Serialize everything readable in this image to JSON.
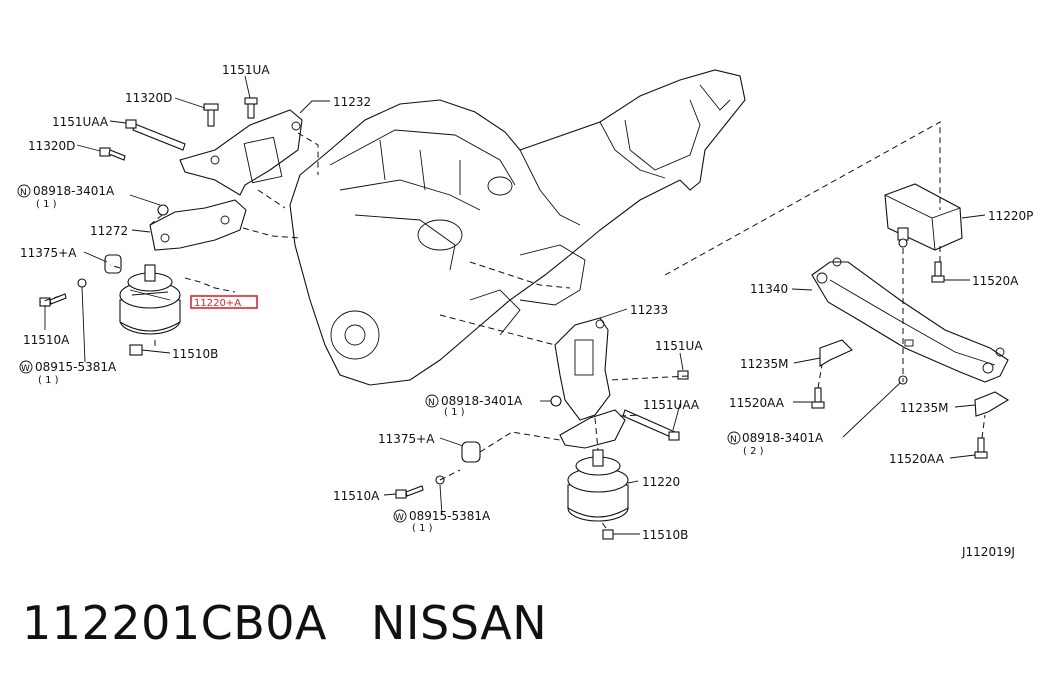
{
  "labels": {
    "l1151UA_top": "1151UA",
    "l11320D_top": "11320D",
    "l11232": "11232",
    "l1151UAA_top": "1151UAA",
    "l11320D_mid": "11320D",
    "l08918_top": "08918-3401A",
    "l08918_top_qty": "( 1 )",
    "l11272": "11272",
    "l11375_top": "11375+A",
    "l11220A_red": "11220+A",
    "l11510A_top": "11510A",
    "l08915_top": "08915-5381A",
    "l08915_top_qty": "( 1 )",
    "l11510B_top": "11510B",
    "l11233": "11233",
    "l1151UA_mid": "1151UA",
    "l08918_mid": "08918-3401A",
    "l08918_mid_qty": "( 1 )",
    "l1151UAA_mid": "1151UAA",
    "l11375_bot": "11375+A",
    "l11220": "11220",
    "l11510A_bot": "11510A",
    "l08915_bot": "08915-5381A",
    "l08915_bot_qty": "( 1 )",
    "l11510B_bot": "11510B",
    "l11220P": "11220P",
    "l11520A": "11520A",
    "l11340": "11340",
    "l11235M_left": "11235M",
    "l11520AA_left": "11520AA",
    "l11235M_right": "11235M",
    "l08918_right": "08918-3401A",
    "l08918_right_qty": "( 2 )",
    "l11520AA_right": "11520AA",
    "diagram_code": "J112019J"
  },
  "prefix_marks": {
    "n": "N",
    "w": "W"
  },
  "caption": {
    "part_number": "112201CB0A",
    "brand": "NISSAN"
  },
  "colors": {
    "highlight": "#e0262b",
    "ink": "#111111"
  }
}
